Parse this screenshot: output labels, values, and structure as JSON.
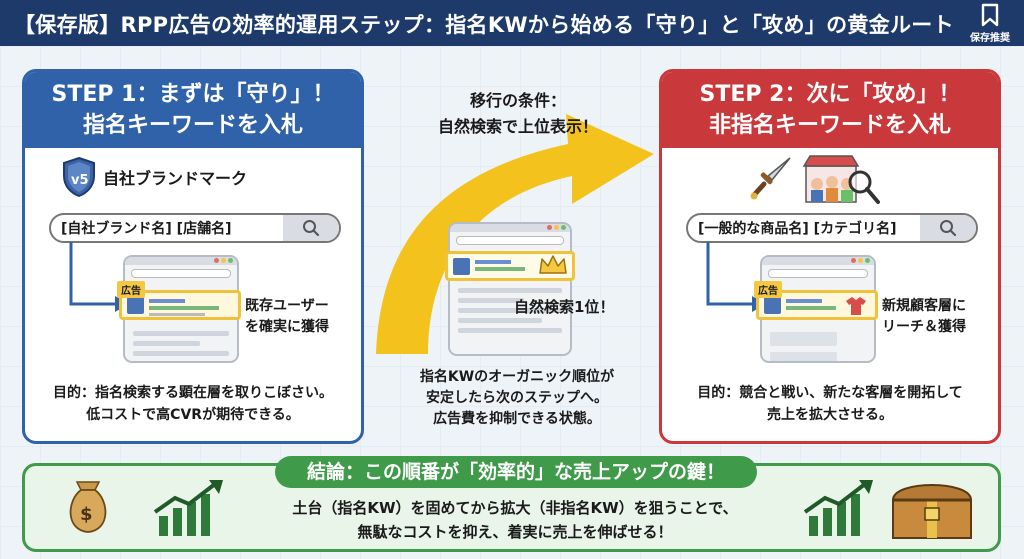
{
  "header": {
    "title": "【保存版】RPP広告の効率的運用ステップ：指名KWから始める「守り」と「攻め」の黄金ルート",
    "save_label": "保存推奨",
    "bg_color": "#1e3a6b"
  },
  "step1": {
    "title_line1": "STEP 1：まずは「守り」！",
    "title_line2": "指名キーワードを入札",
    "brand_label": "自社ブランドマーク",
    "search_query": "[自社ブランド名] [店舗名]",
    "ad_tag": "広告",
    "side_line1": "既存ユーザー",
    "side_line2": "を確実に獲得",
    "goal_line1": "目的：指名検索する顕在層を取りこぼさい。",
    "goal_line2": "低コストで高CVRが期待できる。",
    "color": "#2f62a8"
  },
  "middle": {
    "cond_line1": "移行の条件：",
    "cond_line2": "自然検索で上位表示！",
    "rank_label": "自然検索1位！",
    "text_line1": "指名KWのオーガニック順位が",
    "text_line2": "安定したら次のステップへ。",
    "text_line3": "広告費を抑制できる状態。",
    "arrow_color": "#f3c21c"
  },
  "step2": {
    "title_line1": "STEP 2：次に「攻め」！",
    "title_line2": "非指名キーワードを入札",
    "search_query": "[一般的な商品名] [カテゴリ名]",
    "ad_tag": "広告",
    "side_line1": "新規顧客層に",
    "side_line2": "リーチ＆獲得",
    "goal_line1": "目的：競合と戦い、新たな客層を開拓して",
    "goal_line2": "売上を拡大させる。",
    "color": "#c9383a"
  },
  "conclusion": {
    "title": "結論：この順番が「効率的」な売上アップの鍵！",
    "line1": "土台（指名KW）を固めてから拡大（非指名KW）を狙うことで、",
    "line2": "無駄なコストを抑え、着実に売上を伸ばせる！",
    "color": "#3f9a4a"
  },
  "icons": [
    "bookmark-icon",
    "shield-icon",
    "search-icon",
    "sword-icon",
    "shop-icon",
    "crown-icon",
    "shirt-icon",
    "money-bag-icon",
    "growth-chart-icon",
    "treasure-chest-icon"
  ]
}
